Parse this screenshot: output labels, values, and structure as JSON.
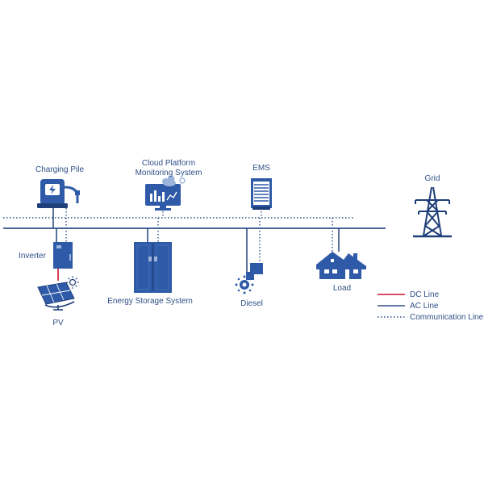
{
  "labels": {
    "charging_pile": "Charging Pile",
    "cloud_line1": "Cloud Platform",
    "cloud_line2": "Monitoring System",
    "ems": "EMS",
    "grid": "Grid",
    "inverter": "Inverter",
    "pv": "PV",
    "energy_storage": "Energy Storage System",
    "diesel": "Diesel",
    "load": "Load"
  },
  "legend": {
    "dc_line": "DC Line",
    "ac_line": "AC Line",
    "communication_line": "Communication Line"
  },
  "colors": {
    "ac_line": "#2f4f86",
    "dc_line": "#c8102e",
    "communication_line": "#2f4f86",
    "icon_fill": "#2e5aa8",
    "icon_dark": "#1f3f7a"
  },
  "icons": [
    "charging-pile-icon",
    "cloud-monitor-icon",
    "ems-cabinet-icon",
    "grid-tower-icon",
    "inverter-icon",
    "solar-panel-icon",
    "battery-cabinet-icon",
    "diesel-generator-icon",
    "house-icon"
  ]
}
